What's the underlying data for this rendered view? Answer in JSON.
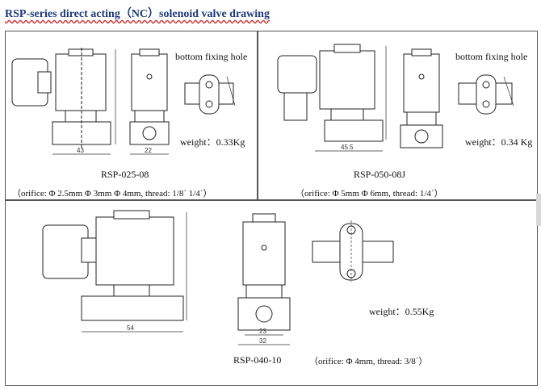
{
  "title": "RSP-series direct acting（NC）solenoid valve drawing",
  "panels": [
    {
      "model": "RSP-025-08",
      "spec": "（orifice: Φ 2.5mm Φ 3mm Φ 4mm,    thread: 1/8ˊ 1/4ˊ）",
      "weight": "weight：0.33Kg",
      "bottom_label": "bottom fixing hole",
      "dim_width": "43",
      "dim_side": "22"
    },
    {
      "model": "RSP-050-08J",
      "spec": "（orifice: Φ 5mm Φ 6mm,    thread: 1/4ˊ）",
      "weight": "weight：0.34 Kg",
      "bottom_label": "bottom fixing hole",
      "dim_width": "45.5"
    },
    {
      "model": "RSP-040-10",
      "spec": "（orifice: Φ 4mm,    thread: 3/8ˊ）",
      "weight": "weight：0.55Kg",
      "dim_width": "54",
      "dim_inner": "23",
      "dim_outer": "32"
    }
  ]
}
